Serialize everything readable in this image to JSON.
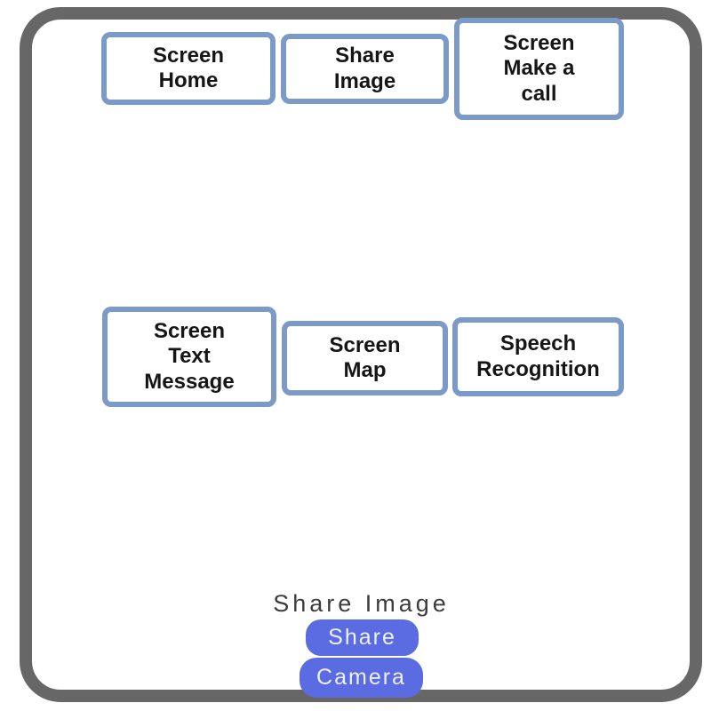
{
  "app": {
    "description": "Mobile app mockup screen with navigation buttons and share controls"
  },
  "colors": {
    "frame": "#676767",
    "screen_button_border": "#7b9ac8",
    "screen_button_fill": "#ffffff",
    "screen_button_text": "#161616",
    "pill_button_fill": "#5b6ce2",
    "pill_button_text": "#edf0fe",
    "section_label_text": "#3c3c3c",
    "background": "#ffffff"
  },
  "screen_buttons": {
    "home": {
      "label": "Screen\nHome"
    },
    "share_image": {
      "label": "Share\nImage"
    },
    "make_call": {
      "label": "Screen\nMake a\ncall"
    },
    "text_message": {
      "label": "Screen\nText\nMessage"
    },
    "map": {
      "label": "Screen\nMap"
    },
    "speech_recognition": {
      "label": "Speech\nRecognition"
    }
  },
  "share_section": {
    "label": "Share Image",
    "share_button": "Share",
    "camera_button": "Camera"
  }
}
